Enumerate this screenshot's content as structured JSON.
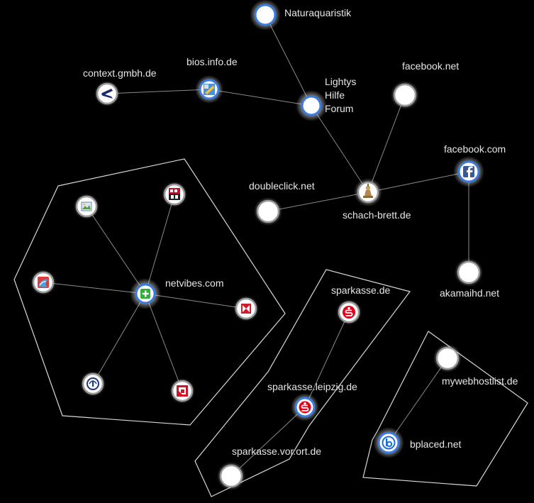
{
  "nodes": {
    "naturaquaristik": {
      "label": "Naturaquaristik",
      "icon": "plain-node-icon",
      "ring": "blue"
    },
    "lightys": {
      "label_lines": [
        "Lightys",
        "Hilfe",
        "Forum"
      ],
      "icon": "plain-node-icon",
      "ring": "blue"
    },
    "bios": {
      "label": "bios.info.de",
      "icon": "bios-favicon-icon",
      "ring": "blue"
    },
    "context": {
      "label": "context.gmbh.de",
      "icon": "context-favicon-icon",
      "ring": "gray"
    },
    "facebook_net": {
      "label": "facebook.net",
      "icon": "plain-node-icon",
      "ring": "gray"
    },
    "facebook_com": {
      "label": "facebook.com",
      "icon": "facebook-f-icon",
      "ring": "blue"
    },
    "schach": {
      "label": "schach-brett.de",
      "icon": "chess-piece-icon",
      "ring": "gray"
    },
    "doubleclick": {
      "label": "doubleclick.net",
      "icon": "plain-node-icon",
      "ring": "gray"
    },
    "akamai": {
      "label": "akamaihd.net",
      "icon": "plain-node-icon",
      "ring": "gray"
    },
    "netvibes": {
      "label": "netvibes.com",
      "icon": "netvibes-plus-icon",
      "ring": "blue"
    },
    "nv_a": {
      "icon": "picture-favicon-icon",
      "ring": "gray"
    },
    "nv_spon": {
      "icon": "spon-favicon-icon",
      "ring": "gray"
    },
    "nv_b": {
      "icon": "swirl-favicon-icon",
      "ring": "gray"
    },
    "nv_c": {
      "icon": "red-x-favicon-icon",
      "ring": "gray"
    },
    "nv_d": {
      "icon": "ard-one-favicon-icon",
      "ring": "gray"
    },
    "nv_e": {
      "icon": "red-square-favicon-icon",
      "ring": "gray"
    },
    "sparkasse": {
      "label": "sparkasse.de",
      "icon": "sparkasse-s-icon",
      "ring": "gray"
    },
    "sparkasse_leipzig": {
      "label": "sparkasse.leipzig.de",
      "icon": "sparkasse-s-icon",
      "ring": "blue"
    },
    "sparkasse_vorort": {
      "label": "sparkasse.vor.ort.de",
      "icon": "plain-node-icon",
      "ring": "gray"
    },
    "mywebhostlist": {
      "label": "mywebhostlist.de",
      "icon": "plain-node-icon",
      "ring": "gray"
    },
    "bplaced": {
      "label": "bplaced.net",
      "icon": "bplaced-b-icon",
      "ring": "blue"
    }
  },
  "colors": {
    "background": "#000000",
    "edge": "#8a8a8a",
    "hull": "#d8d8d8",
    "accent_ring": "#3a7be0",
    "label": "#e6e6e6"
  }
}
